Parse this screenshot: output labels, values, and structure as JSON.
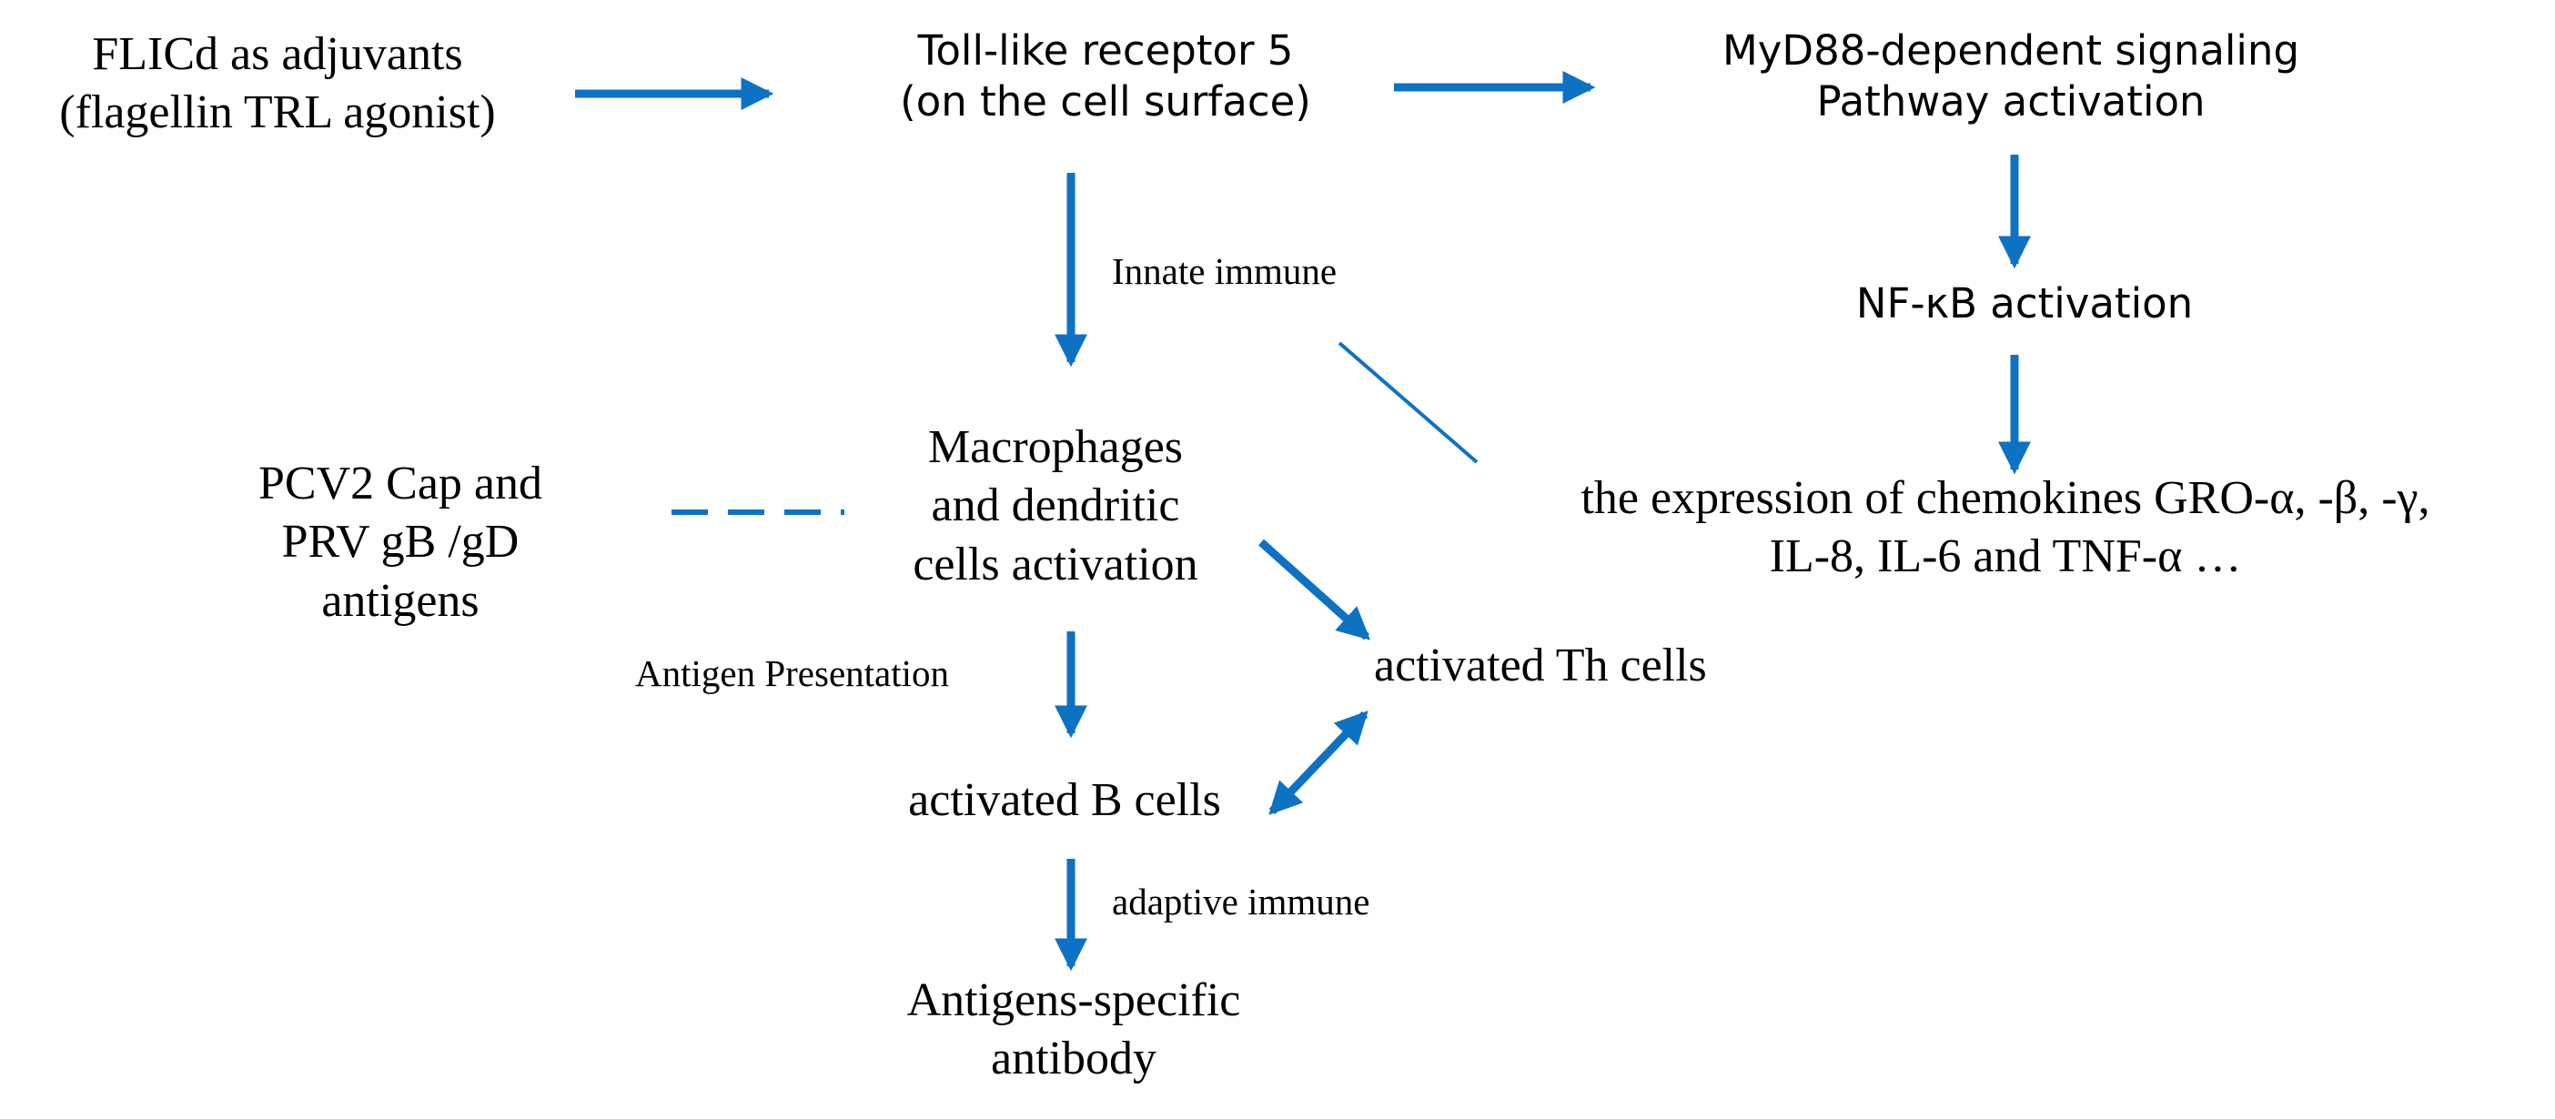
{
  "colors": {
    "arrow": "#0e72c4",
    "text": "#000000",
    "background": "#ffffff"
  },
  "nodes": {
    "flicd": [
      "FLICd as adjuvants",
      "(flagellin TRL agonist)"
    ],
    "tlr5": [
      "Toll-like receptor 5",
      "(on the cell surface)"
    ],
    "myd88": [
      "MyD88-dependent signaling",
      "Pathway activation"
    ],
    "nfkb": "NF-κB activation",
    "macrophages": [
      "Macrophages",
      "and dendritic",
      "cells activation"
    ],
    "pcv2": [
      "PCV2 Cap and",
      "PRV gB /gD",
      "antigens"
    ],
    "chemokines": [
      "the expression of chemokines GRO-α, -β, -γ,",
      "IL-8, IL-6 and TNF-α …"
    ],
    "th_cells": "activated Th cells",
    "b_cells": "activated B cells",
    "antibody": [
      "Antigens-specific",
      "antibody"
    ]
  },
  "labels": {
    "innate": "Innate immune",
    "antigen_presentation": "Antigen Presentation",
    "adaptive": "adaptive immune"
  }
}
